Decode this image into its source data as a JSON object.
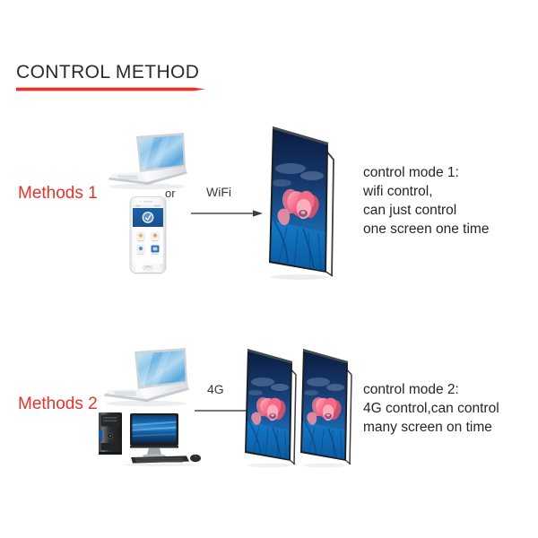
{
  "header": {
    "title": "CONTROL METHOD",
    "accent_color": "#e8322a",
    "title_color": "#2b2b2b",
    "underline": "red-tapered-rule"
  },
  "rows": [
    {
      "label": "Methods 1",
      "sources": [
        {
          "icon": "laptop-icon",
          "name": "laptop-computer"
        },
        {
          "icon": "smartphone-icon",
          "name": "smartphone"
        }
      ],
      "connector_or": "or",
      "link_label": "WiFi",
      "arrow": "arrow-right-icon",
      "targets": [
        {
          "icon": "led-poster-display-icon",
          "name": "led-poster-display"
        }
      ],
      "description": "control mode 1:\nwifi control,\ncan just control\none screen one time"
    },
    {
      "label": "Methods 2",
      "sources": [
        {
          "icon": "laptop-icon",
          "name": "laptop-computer"
        },
        {
          "icon": "desktop-computer-icon",
          "name": "desktop-computer-set"
        }
      ],
      "connector_or": "",
      "link_label": "4G",
      "arrow": "arrow-right-icon",
      "targets": [
        {
          "icon": "led-poster-display-icon",
          "name": "led-poster-display-left"
        },
        {
          "icon": "led-poster-display-icon",
          "name": "led-poster-display-right"
        }
      ],
      "description": "control mode 2:\n4G control,can control\nmany screen on time"
    }
  ],
  "colors": {
    "background": "#ffffff",
    "red_accent": "#e8322a",
    "text_dark": "#262626",
    "poster_bg_blue": "#0f5fa8",
    "poster_deep_blue": "#12306b",
    "lotus_pink": "#ee5577",
    "laptop_screen_blue": "#5aa7dd",
    "monitor_blue": "#1b5ea8"
  }
}
